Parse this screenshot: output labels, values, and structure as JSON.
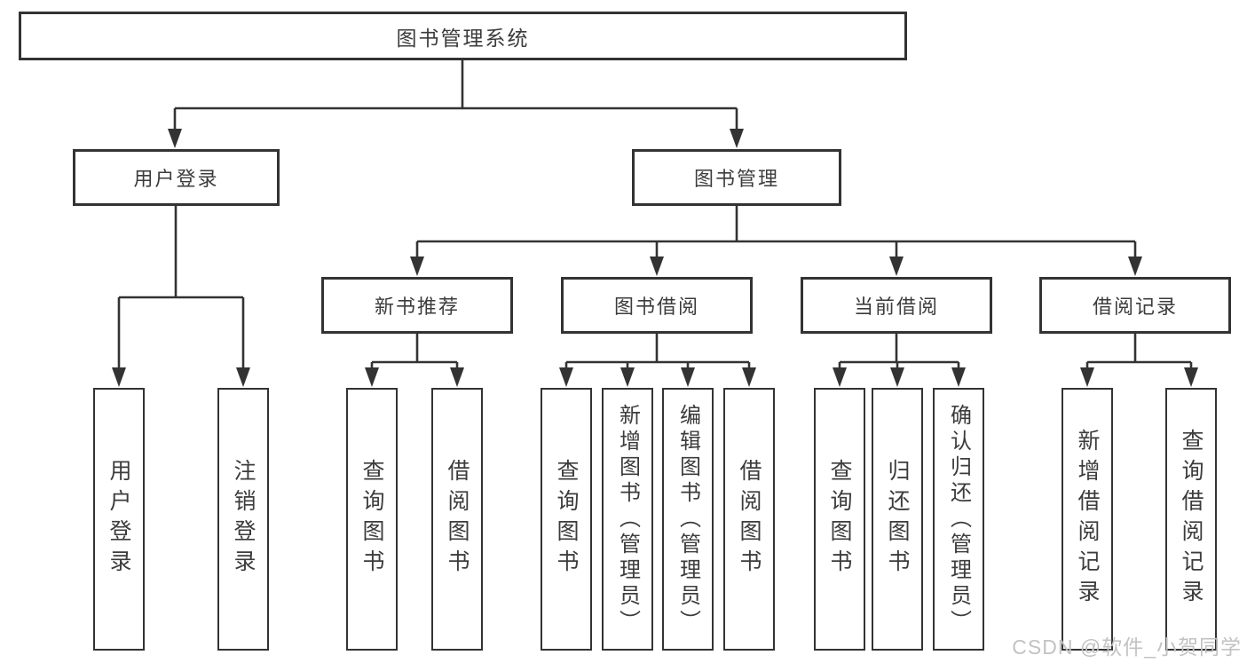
{
  "diagram_title": "图书管理系统",
  "tree": {
    "root": {
      "label": "图书管理系统",
      "children": [
        {
          "label": "用户登录",
          "children": [
            {
              "label": "用户登录"
            },
            {
              "label": "注销登录"
            }
          ]
        },
        {
          "label": "图书管理",
          "children": [
            {
              "label": "新书推荐",
              "children": [
                {
                  "label": "查询图书"
                },
                {
                  "label": "借阅图书"
                }
              ]
            },
            {
              "label": "图书借阅",
              "children": [
                {
                  "label": "查询图书"
                },
                {
                  "label": "新增图书（管理员）"
                },
                {
                  "label": "编辑图书（管理员）"
                },
                {
                  "label": "借阅图书"
                }
              ]
            },
            {
              "label": "当前借阅",
              "children": [
                {
                  "label": "查询图书"
                },
                {
                  "label": "归还图书"
                },
                {
                  "label": "确认归还（管理员）"
                }
              ]
            },
            {
              "label": "借阅记录",
              "children": [
                {
                  "label": "新增借阅记录"
                },
                {
                  "label": "查询借阅记录"
                }
              ]
            }
          ]
        }
      ]
    }
  },
  "watermark": {
    "text": "CSDN @软件_小贺同学"
  },
  "colors": {
    "line": "#333333",
    "box_border": "#333333",
    "text": "#3c3c3c",
    "watermark": "#c2c2c2",
    "background": "#ffffff"
  }
}
